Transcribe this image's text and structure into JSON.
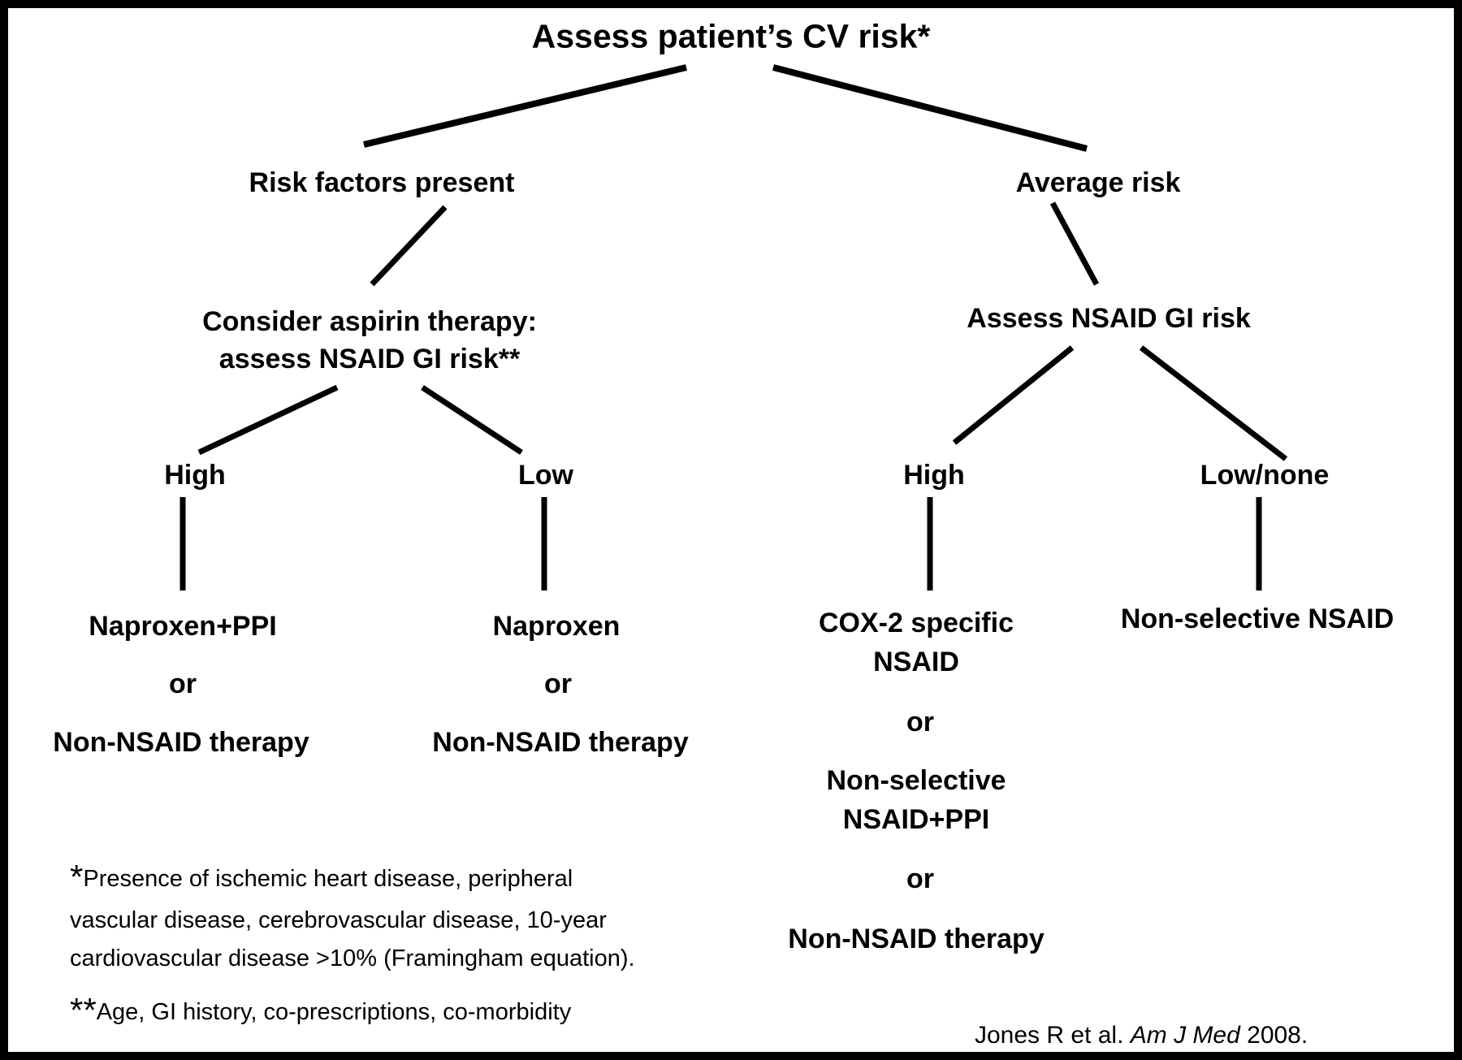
{
  "diagram": {
    "title": "Assess patient’s CV risk*",
    "or_label": "or",
    "left_branch": {
      "risk_label": "Risk factors present",
      "assess_line1": "Consider aspirin therapy:",
      "assess_line2": "assess NSAID GI risk**",
      "gi_high": "High",
      "gi_low": "Low",
      "high_outcome": {
        "option1": "Naproxen+PPI",
        "option2": "Non-NSAID therapy"
      },
      "low_outcome": {
        "option1": "Naproxen",
        "option2": "Non-NSAID therapy"
      }
    },
    "right_branch": {
      "risk_label": "Average risk",
      "assess": "Assess NSAID GI risk",
      "gi_high": "High",
      "gi_low": "Low/none",
      "high_outcome": {
        "option1_line1": "COX-2 specific",
        "option1_line2": "NSAID",
        "option2_line1": "Non-selective",
        "option2_line2": "NSAID+PPI",
        "option3": "Non-NSAID therapy"
      },
      "low_outcome": "Non-selective NSAID"
    },
    "footnotes": {
      "star1": "*",
      "note1_line1": "Presence of ischemic heart disease, peripheral",
      "note1_line2": "vascular disease, cerebrovascular disease, 10-year",
      "note1_line3": "cardiovascular disease >10% (Framingham equation).",
      "star2": "**",
      "note2": "Age, GI history, co-prescriptions, co-morbidity"
    },
    "citation": {
      "prefix": "Jones R et al. ",
      "journal": "Am J Med",
      "suffix": " 2008."
    }
  },
  "colors": {
    "background": "#ffffff",
    "text": "#000000",
    "border": "#000000"
  }
}
